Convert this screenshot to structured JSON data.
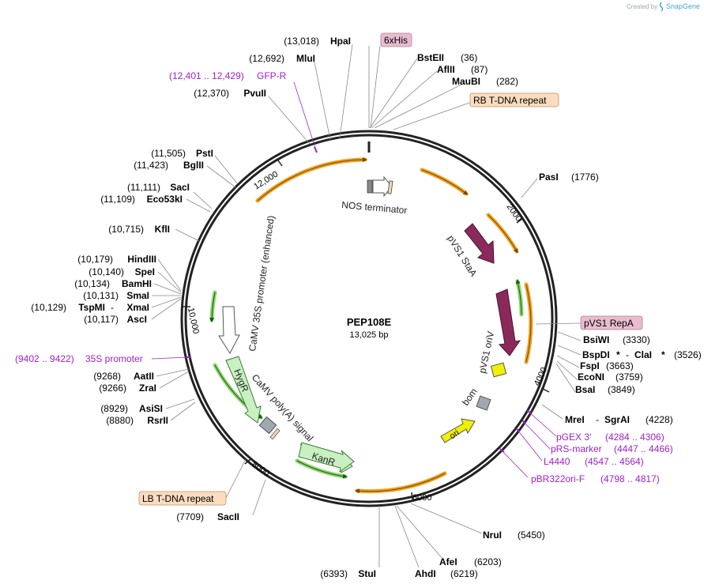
{
  "credit": {
    "prefix": "Created by",
    "brand": "SnapGene"
  },
  "plasmid": {
    "name": "PEP108E",
    "length_label": "13,025 bp"
  },
  "tick_labels": [
    "2000",
    "4000",
    "6000",
    "8000",
    "10,000",
    "12,000"
  ],
  "enzymes": [
    {
      "name": "HpaI",
      "pos": "(13,018)"
    },
    {
      "name": "MluI",
      "pos": "(12,692)"
    },
    {
      "name": "PvuII",
      "pos": "(12,370)"
    },
    {
      "name": "PstI",
      "pos": "(11,505)"
    },
    {
      "name": "BglII",
      "pos": "(11,423)"
    },
    {
      "name": "SacI",
      "pos": "(11,111)"
    },
    {
      "name": "Eco53kI",
      "pos": "(11,109)"
    },
    {
      "name": "KflI",
      "pos": "(10,715)"
    },
    {
      "name": "HindIII",
      "pos": "(10,179)"
    },
    {
      "name": "SpeI",
      "pos": "(10,140)"
    },
    {
      "name": "BamHI",
      "pos": "(10,134)"
    },
    {
      "name": "SmaI",
      "pos": "(10,131)"
    },
    {
      "name": "TspMI",
      "name2": "XmaI",
      "pos": "(10,129)"
    },
    {
      "name": "AscI",
      "pos": "(10,117)"
    },
    {
      "name": "AatII",
      "pos": "(9268)"
    },
    {
      "name": "ZraI",
      "pos": "(9266)"
    },
    {
      "name": "AsiSI",
      "pos": "(8929)"
    },
    {
      "name": "RsrII",
      "pos": "(8880)"
    },
    {
      "name": "SacII",
      "pos": "(7709)"
    },
    {
      "name": "StuI",
      "pos": "(6393)"
    },
    {
      "name": "AhdI",
      "pos": "(6219)"
    },
    {
      "name": "AfeI",
      "pos": "(6203)"
    },
    {
      "name": "NruI",
      "pos": "(5450)"
    },
    {
      "name": "MreI",
      "name2": "SgrAI",
      "pos": "(4228)"
    },
    {
      "name": "BsaI",
      "pos": "(3849)"
    },
    {
      "name": "EcoNI",
      "pos": "(3759)"
    },
    {
      "name": "FspI",
      "pos": "(3663)"
    },
    {
      "name": "BspDI",
      "name2": "ClaI",
      "pos": "(3526)"
    },
    {
      "name": "BsiWI",
      "pos": "(3330)"
    },
    {
      "name": "PasI",
      "pos": "(1776)"
    },
    {
      "name": "MauBI",
      "pos": "(282)"
    },
    {
      "name": "AflII",
      "pos": "(87)"
    },
    {
      "name": "BstEII",
      "pos": "(36)"
    }
  ],
  "primers": [
    {
      "range": "(12,401 .. 12,429)",
      "name": "GFP-R"
    },
    {
      "range": "(9402 .. 9422)",
      "name": "35S promoter"
    },
    {
      "name": "pGEX 3'",
      "range": "(4284 .. 4306)"
    },
    {
      "name": "pRS-marker",
      "range": "(4447 .. 4466)"
    },
    {
      "name": "L4440",
      "range": "(4547 .. 4564)"
    },
    {
      "name": "pBR322ori-F",
      "range": "(4798 .. 4817)"
    }
  ],
  "boxed_features": {
    "his": "6xHis",
    "rb": "RB T-DNA repeat",
    "repa": "pVS1 RepA",
    "lb": "LB T-DNA repeat"
  },
  "inner_features": {
    "nos": "NOS terminator",
    "stab": "pVS1 StaA",
    "oriv": "pVS1 oriV",
    "bom": "bom",
    "ori": "ori",
    "kanr": "KanR",
    "polya": "CaMV poly(A) signal",
    "hygr": "HygR",
    "p35s": "CaMV 35S promoter (enhanced)"
  },
  "colors": {
    "purple_label": "#a020c8",
    "box_pink": "#e8bcd0",
    "box_peach": "#fbdcbe",
    "orange_arc": "#f0a020",
    "green_feature": "#c8f0c0",
    "maroon_feature": "#8b2a5a",
    "yellow_feature": "#f0f000"
  }
}
